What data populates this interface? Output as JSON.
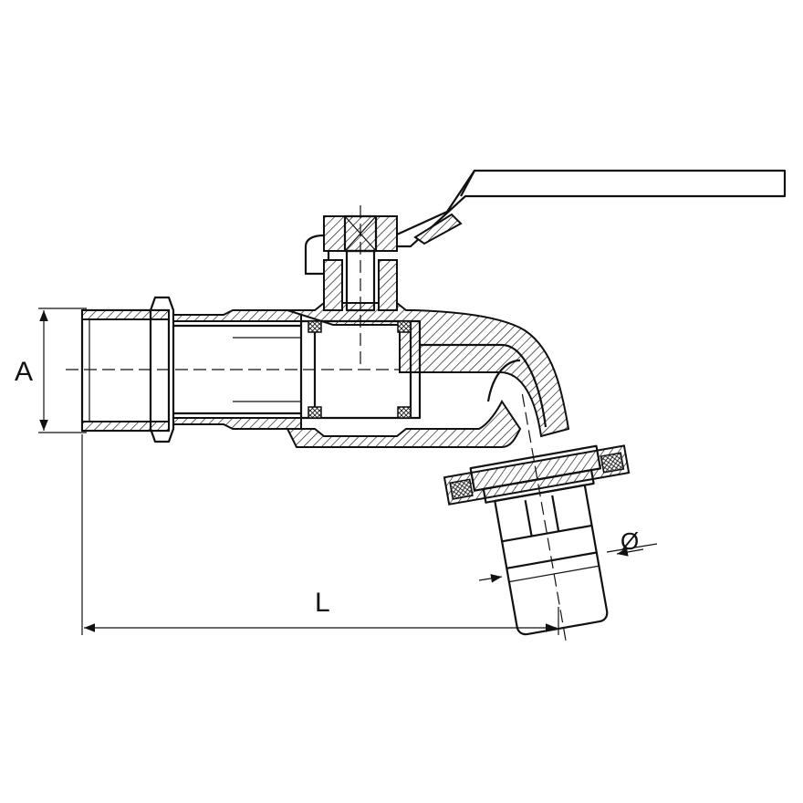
{
  "drawing": {
    "dimension_a_label": "A",
    "dimension_l_label": "L",
    "dimension_diameter_label": "Ø"
  }
}
